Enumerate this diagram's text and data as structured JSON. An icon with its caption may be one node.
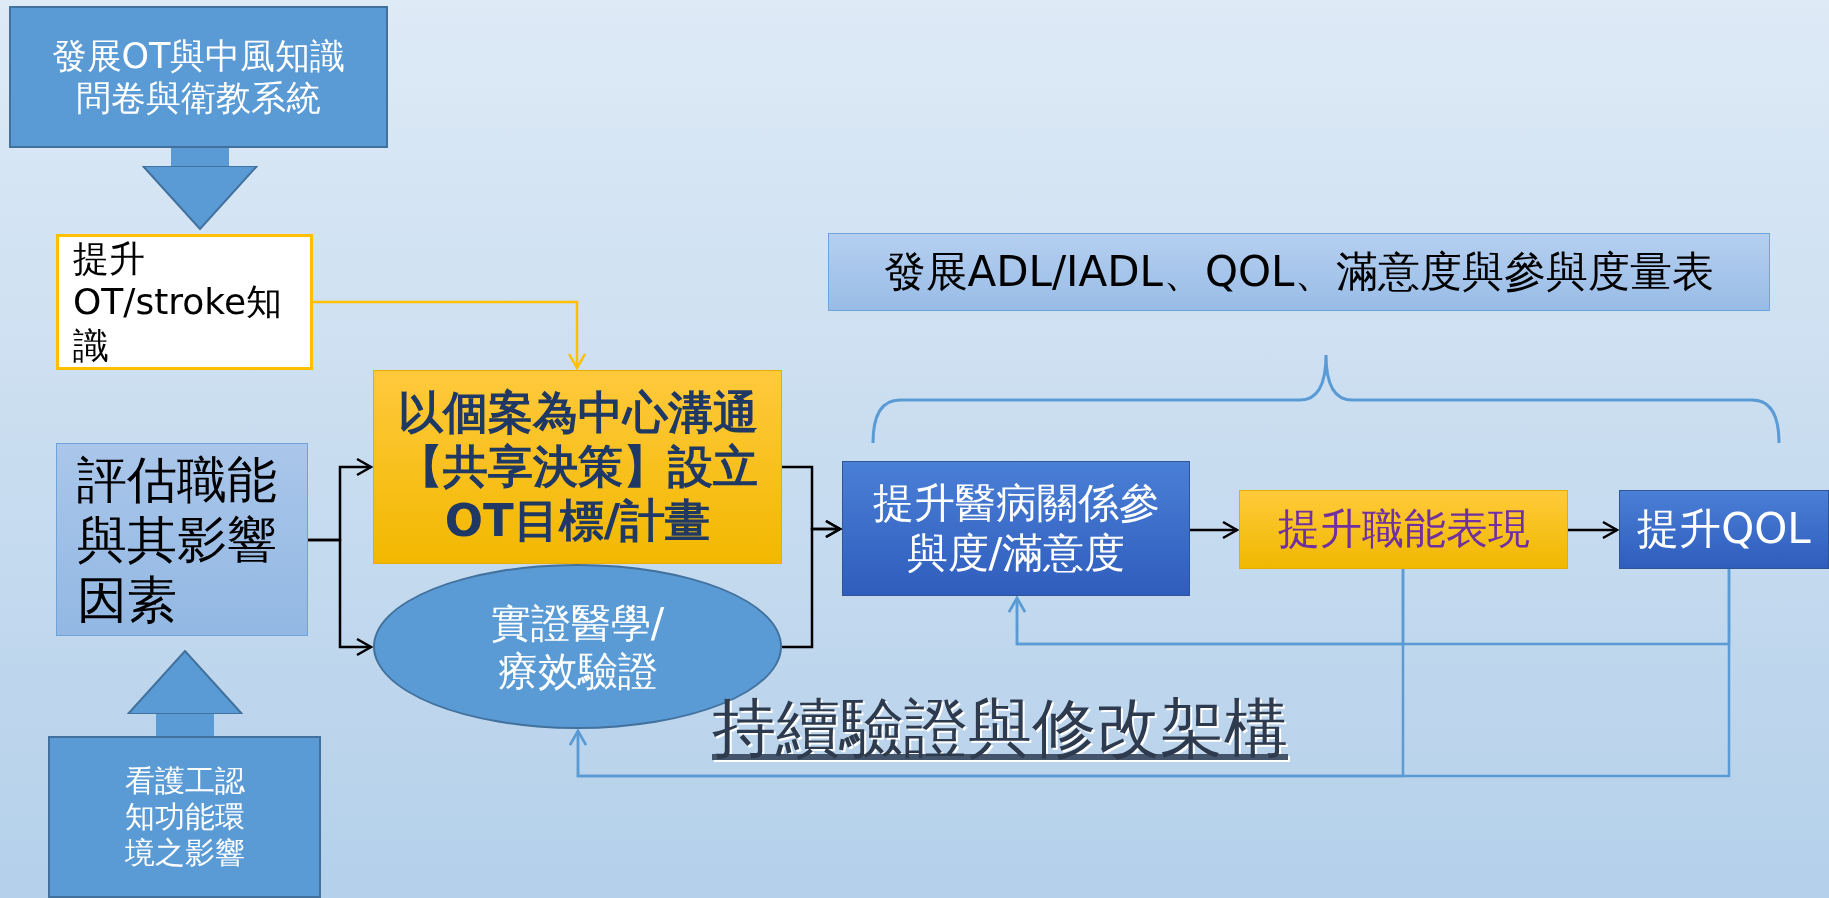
{
  "diagram": {
    "nodes": [
      {
        "text": [
          "發展OT與中風知識問卷與衛教系統"
        ]
      },
      {
        "text": [
          "提升OT/stroke知識"
        ]
      },
      {
        "text": [
          "評估職能與其影響因素"
        ]
      },
      {
        "text": [
          "以個案為中心溝通【共享決策】設立OT目標/計畫"
        ]
      },
      {
        "text": [
          "實證醫學/療效驗證"
        ]
      },
      {
        "text": [
          "看護工認知功能環境之影響"
        ]
      },
      {
        "text": [
          "發展ADL/IADL、QOL、滿意度與參與度量表"
        ]
      },
      {
        "text": [
          "提升醫病關係參與度/滿意度"
        ]
      },
      {
        "text": [
          "提升職能表現"
        ]
      },
      {
        "text": [
          "提升QOL"
        ]
      }
    ],
    "edges": [
      {
        "from": 0,
        "to": 1,
        "arrow": "to",
        "style": "thick",
        "color": "#5b9bd5"
      },
      {
        "from": 5,
        "to": 2,
        "arrow": "to",
        "style": "thick",
        "color": "#5b9bd5"
      },
      {
        "from": 1,
        "to": 3,
        "arrow": "to",
        "color": "#ffc000"
      },
      {
        "from": 2,
        "to": 3,
        "arrow": "to",
        "color": "#000000"
      },
      {
        "from": 2,
        "to": 4,
        "arrow": "to",
        "color": "#000000"
      },
      {
        "from": 3,
        "to": 7,
        "arrow": "to",
        "color": "#000000"
      },
      {
        "from": 4,
        "to": 7,
        "arrow": "to",
        "color": "#000000"
      },
      {
        "from": 7,
        "to": 8,
        "arrow": "to",
        "color": "#000000"
      },
      {
        "from": 8,
        "to": 9,
        "arrow": "to",
        "color": "#000000"
      },
      {
        "from": 8,
        "to": 7,
        "arrow": "to",
        "color": "#5b9bd5"
      },
      {
        "from": 9,
        "to": 7,
        "arrow": "to",
        "color": "#5b9bd5"
      },
      {
        "from": 8,
        "to": 4,
        "arrow": "to",
        "color": "#5b9bd5"
      },
      {
        "from": 9,
        "to": 4,
        "arrow": "to",
        "color": "#5b9bd5"
      }
    ],
    "labels": [
      "持續驗證與修改架構"
    ]
  }
}
